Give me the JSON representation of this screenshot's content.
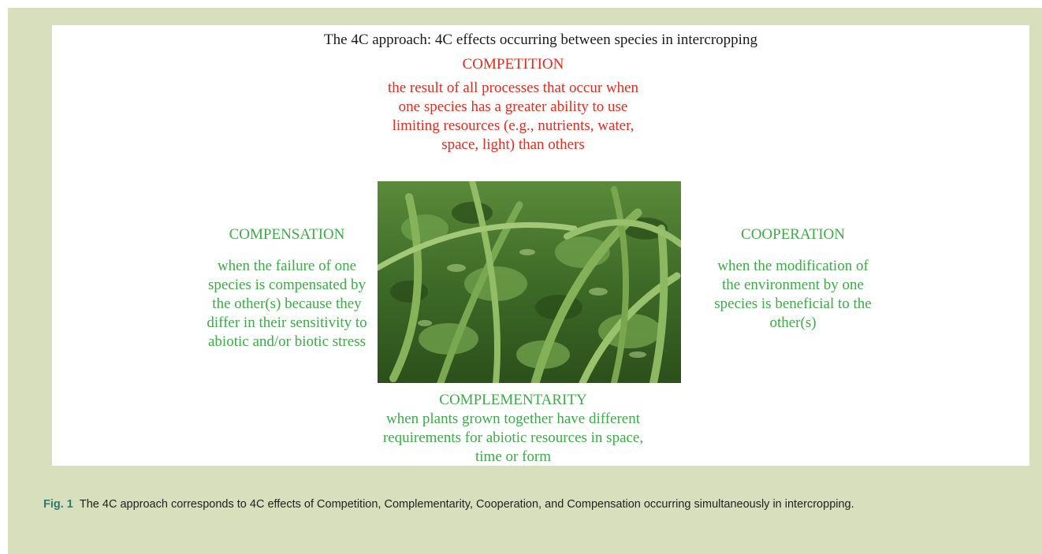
{
  "figure": {
    "title": "The 4C approach: 4C effects occurring between species in intercropping",
    "competition": {
      "heading": "COMPETITION",
      "lines": [
        "the result of all processes that occur when",
        "one species has a greater ability to use",
        "limiting resources (e.g., nutrients, water,",
        "space, light) than others"
      ]
    },
    "compensation": {
      "heading": "COMPENSATION",
      "lines": [
        "when the failure of one",
        "species is compensated by",
        "the other(s) because they",
        "differ in their sensitivity to",
        "abiotic and/or biotic stress"
      ]
    },
    "cooperation": {
      "heading": "COOPERATION",
      "lines": [
        "when the modification of",
        "the environment by one",
        "species is beneficial to the",
        "other(s)"
      ]
    },
    "complementarity": {
      "heading": "COMPLEMENTARITY",
      "lines": [
        "when plants grown together have different",
        "requirements for abiotic resources in space,",
        "time or form"
      ]
    }
  },
  "caption": {
    "label": "Fig. 1",
    "text": "The 4C approach corresponds to 4C effects of Competition, Complementarity, Cooperation, and Compensation occurring simultaneously in intercropping."
  },
  "colors": {
    "panel_background": "#d8dfbd",
    "competition": "#e32b1f",
    "other_effects": "#3daa48",
    "caption_label": "#2f7a6a"
  }
}
